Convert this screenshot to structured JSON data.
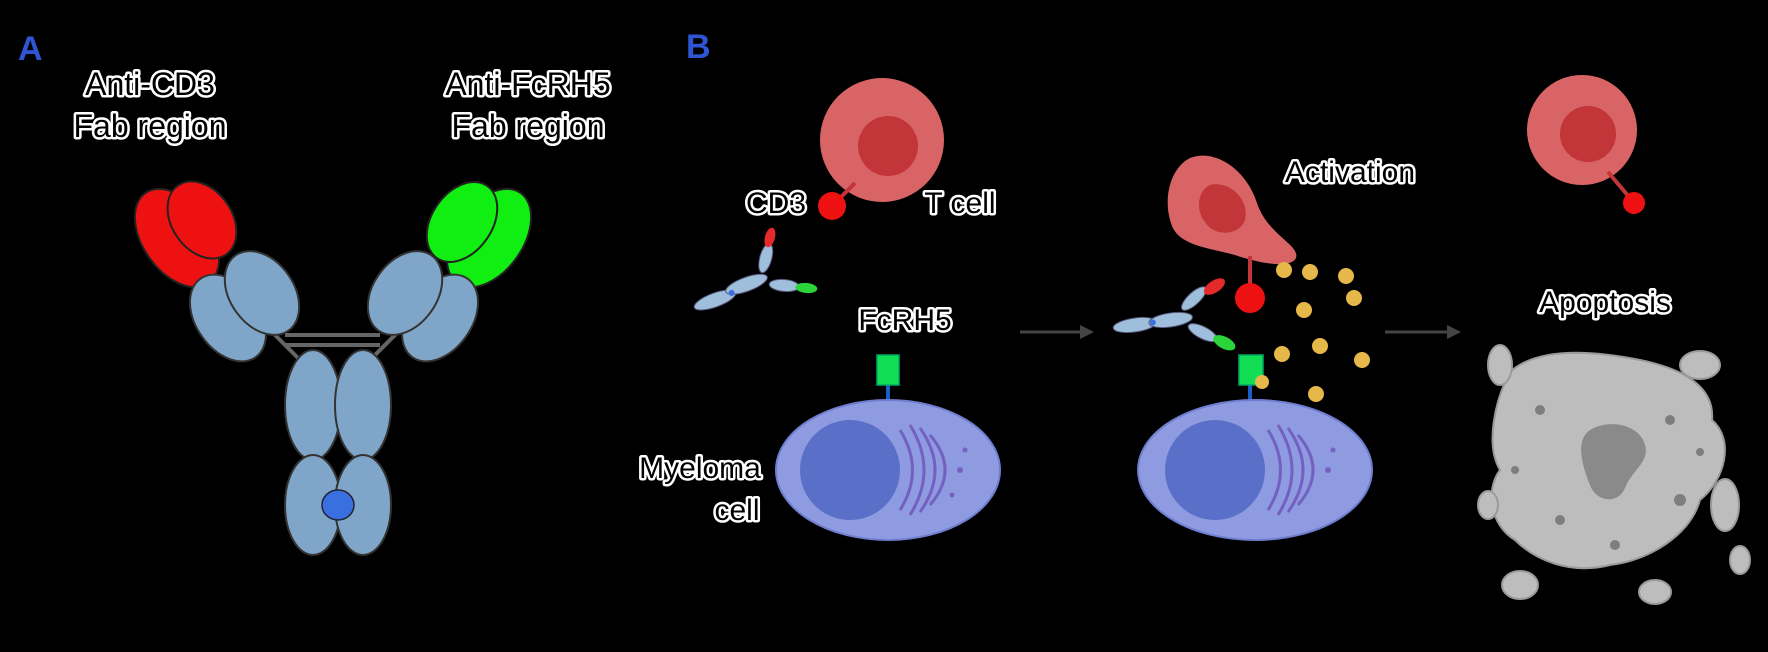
{
  "panels": {
    "a": {
      "letter": "A"
    },
    "b": {
      "letter": "B"
    }
  },
  "antibody": {
    "left_label_line1": "Anti-CD3",
    "left_label_line2": "Fab region",
    "right_label_line1": "Anti-FcRH5",
    "right_label_line2": "Fab region"
  },
  "mechanism": {
    "cd3_label": "CD3",
    "tcell_label": "T cell",
    "fcrh5_label": "FcRH5",
    "myeloma_label_line1": "Myeloma",
    "myeloma_label_line2": "cell",
    "activation_label": "Activation",
    "apoptosis_label": "Apoptosis"
  },
  "colors": {
    "anti_cd3_domain": "#ee1111",
    "anti_fcrh5_domain": "#11ee11",
    "antibody_domain": "#7fa6c8",
    "fc_dot": "#3a6fe0",
    "tcell_outer": "#d86466",
    "tcell_inner": "#c23538",
    "myeloma_body": "#8f9be0",
    "myeloma_nucleus": "#5a6fc8",
    "fcrh5_receptor": "#11dd55",
    "cytokine": "#e6b84a",
    "apoptotic_body": "#bdbdbd",
    "panel_letter": "#2f55d4"
  }
}
